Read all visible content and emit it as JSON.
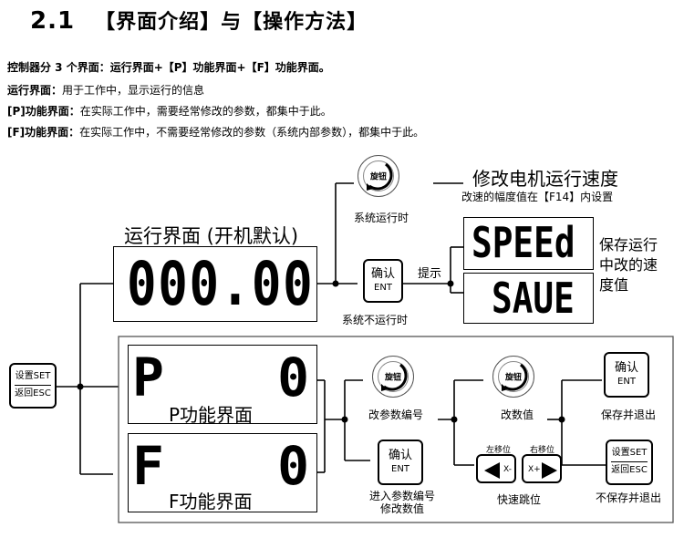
{
  "header": {
    "section_number": "2.1",
    "section_title": "【界面介绍】与【操作方法】"
  },
  "intro": {
    "line1": "控制器分 3 个界面：运行界面+【P】功能界面+【F】功能界面。",
    "line2_label": "运行界面：",
    "line2_text": "用于工作中，显示运行的信息",
    "line3_label": "[P]功能界面：",
    "line3_text": "在实际工作中，需要经常修改的参数，都集中于此。",
    "line4_label": "[F]功能界面：",
    "line4_text": "在实际工作中，不需要经常修改的参数（系统内部参数），都集中于此。"
  },
  "run_screen": {
    "title": "运行界面 (开机默认)",
    "display_value": "000.00"
  },
  "knob_label": "旋钮",
  "system_running": "系统运行时",
  "system_not_running": "系统不运行时",
  "speed_change": {
    "title": "修改电机运行速度",
    "subtitle": "改速的幅度值在【F14】内设置"
  },
  "hint_label": "提示",
  "speed_display": "SPEEd",
  "save_display": "SAUE",
  "save_note": [
    "保存运行",
    "中改的速",
    "度值"
  ],
  "buttons": {
    "confirm_top": "确认",
    "confirm_bottom": "ENT",
    "set_top": "设置SET",
    "set_bottom": "返回ESC",
    "left_move": "左移位",
    "right_move": "右移位",
    "left_sub": "X-",
    "right_sub": "X+"
  },
  "p_screen": {
    "letter": "P",
    "value": "0",
    "label": "P功能界面"
  },
  "f_screen": {
    "letter": "F",
    "value": "0",
    "label": "F功能界面"
  },
  "flow_labels": {
    "change_param_no": "改参数编号",
    "change_value": "改数值",
    "save_exit": "保存并退出",
    "enter_edit_1": "进入参数编号",
    "enter_edit_2": "修改数值",
    "quick_jump": "快速跳位",
    "no_save_exit": "不保存并退出"
  }
}
